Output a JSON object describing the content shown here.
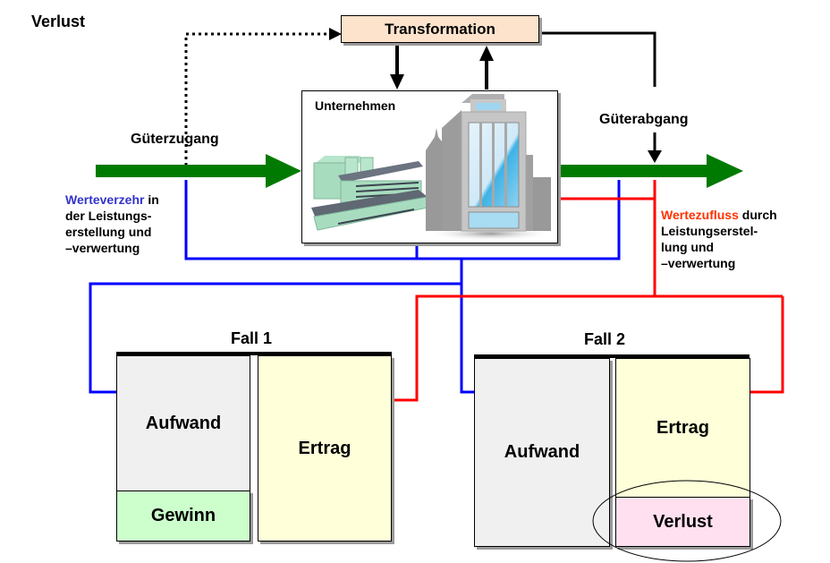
{
  "title": "Verlust",
  "transformation": {
    "label": "Transformation",
    "fill": "#fde3cc"
  },
  "unternehmen": {
    "label": "Unternehmen"
  },
  "flows": {
    "gueterzugang": "Güterzugang",
    "gueterabgang": "Güterabgang",
    "werteverzehr": {
      "highlight": "Werteverzehr",
      "rest_first": " in",
      "lines": [
        "der Leistungs-",
        "erstellung und",
        "–verwertung"
      ]
    },
    "wertezufluss": {
      "highlight": "Wertezufluss",
      "rest_first": " durch",
      "lines": [
        "Leistungserstel-",
        "lung und",
        "–verwertung"
      ]
    }
  },
  "colors": {
    "goods_flow": "#007a00",
    "expense_flow": "#0000ff",
    "revenue_flow": "#ff0000",
    "aufwand_fill": "#f0f0f0",
    "ertrag_fill": "#ffffd9",
    "gewinn_fill": "#ccffcc",
    "verlust_fill": "#ffe0f0",
    "werteverzehr_text": "#3333cc",
    "wertezufluss_text": "#ff3300"
  },
  "cases": [
    {
      "title": "Fall 1",
      "aufwand": "Aufwand",
      "ertrag": "Ertrag",
      "result": "Gewinn"
    },
    {
      "title": "Fall 2",
      "aufwand": "Aufwand",
      "ertrag": "Ertrag",
      "result": "Verlust"
    }
  ]
}
